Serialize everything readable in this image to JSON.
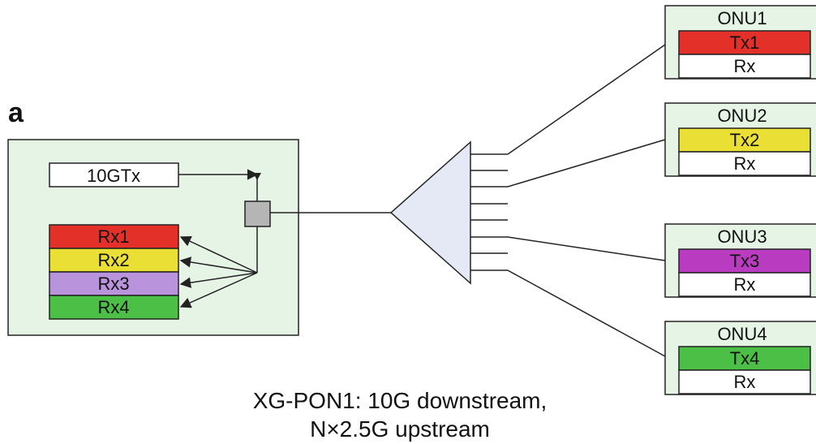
{
  "panel_label": "a",
  "olt": {
    "tx_label": "10GTx",
    "rx": [
      {
        "label": "Rx1",
        "color": "#e3312a"
      },
      {
        "label": "Rx2",
        "color": "#eadf35"
      },
      {
        "label": "Rx3",
        "color": "#b993dc"
      },
      {
        "label": "Rx4",
        "color": "#4cbf47"
      }
    ]
  },
  "onus": [
    {
      "title": "ONU1",
      "tx": "Tx1",
      "tx_color": "#e3312a",
      "rx": "Rx"
    },
    {
      "title": "ONU2",
      "tx": "Tx2",
      "tx_color": "#eadf35",
      "rx": "Rx"
    },
    {
      "title": "ONU3",
      "tx": "Tx3",
      "tx_color": "#b93bbf",
      "rx": "Rx"
    },
    {
      "title": "ONU4",
      "tx": "Tx4",
      "tx_color": "#4cbf47",
      "rx": "Rx"
    }
  ],
  "caption": {
    "line1": "XG-PON1: 10G downstream,",
    "line2": "N×2.5G upstream"
  },
  "colors": {
    "box_fill": "#e6f4e6",
    "splitter_fill": "#e4e9f5",
    "combiner_fill": "#b5b5b5",
    "line": "#222222"
  }
}
